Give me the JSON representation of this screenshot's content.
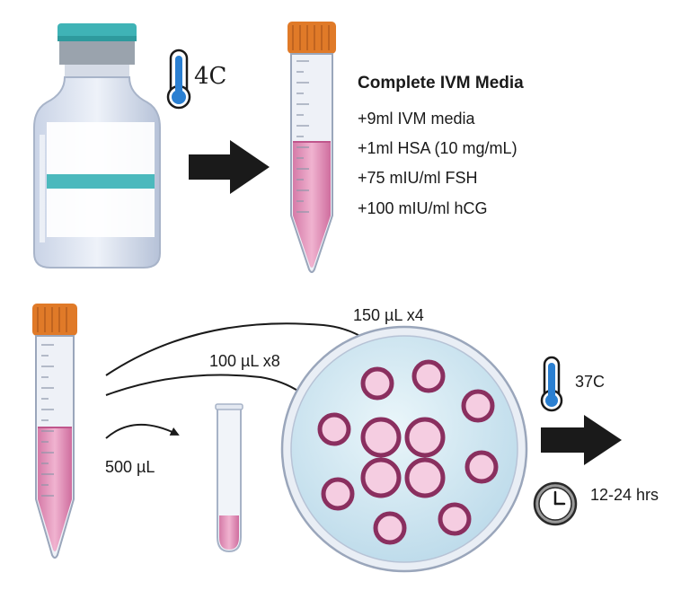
{
  "storage": {
    "temperature": "4C"
  },
  "media": {
    "title": "Complete IVM Media",
    "items": [
      "+9ml IVM media",
      "+1ml HSA (10 mg/mL)",
      "+75 mIU/ml FSH",
      "+100 mIU/ml hCG"
    ]
  },
  "aliquots": {
    "tube_volume": "500 µL",
    "small_drops": "100 µL x8",
    "large_drops": "150 µL x4"
  },
  "incubation": {
    "temperature": "37C",
    "time": "12-24 hrs"
  },
  "colors": {
    "media_pink": "#e59bc0",
    "cap_orange": "#e07a28",
    "vial_teal": "#4bb9bd",
    "dish_blue": "#d7ecf3",
    "drop_border": "#8a2f5f",
    "thermo_blue": "#2a7fd1"
  },
  "icons": [
    "medium-vial-icon",
    "thermometer-icon",
    "conical-tube-icon",
    "arrow-right-icon",
    "culture-tube-icon",
    "petri-dish-icon",
    "clock-icon"
  ]
}
